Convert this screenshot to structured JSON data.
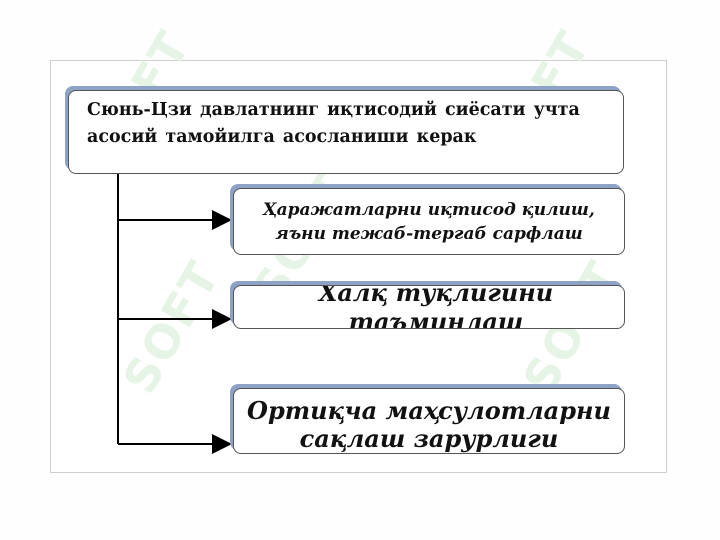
{
  "title": "Сюнь-Цзи давлатнинг иқтисодий сиёсати учта асосий тамойилга асосланиши керак",
  "principles": [
    "Ҳаражатларни иқтисод қилиш, яъни тежаб-тергаб сарфлаш",
    "Халқ тўқлигини таъминлаш",
    "Ортиқча маҳсулотларни сақлаш зарурлиги"
  ],
  "watermark": "SOFT",
  "colors": {
    "box_shadow": "#8ea2c6",
    "box_border": "#555555",
    "connector": "#000000",
    "watermark": "#e3f3e3"
  }
}
